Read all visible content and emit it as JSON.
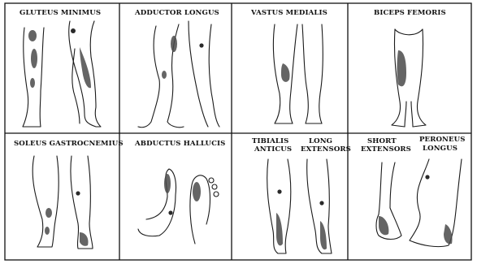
{
  "panels": [
    {
      "label": "GLUTEUS MINIMUS"
    },
    {
      "label": "ADDUCTOR LONGUS"
    },
    {
      "label": "VASTUS MEDIALIS"
    },
    {
      "label": "BICEPS FEMORIS"
    },
    {
      "label": "SOLEUS  GASTROCNEMIUS"
    },
    {
      "label": "ABDUCTUS HALLUCIS"
    },
    {
      "label_lines": [
        "TIBIALIS",
        "ANTICUS"
      ],
      "label2_lines": [
        "LONG",
        "EXTENSORS"
      ]
    },
    {
      "label_lines": [
        "SHORT",
        "EXTENSORS"
      ],
      "label2_lines": [
        "PERONEUS",
        "LONGUS"
      ]
    }
  ]
}
